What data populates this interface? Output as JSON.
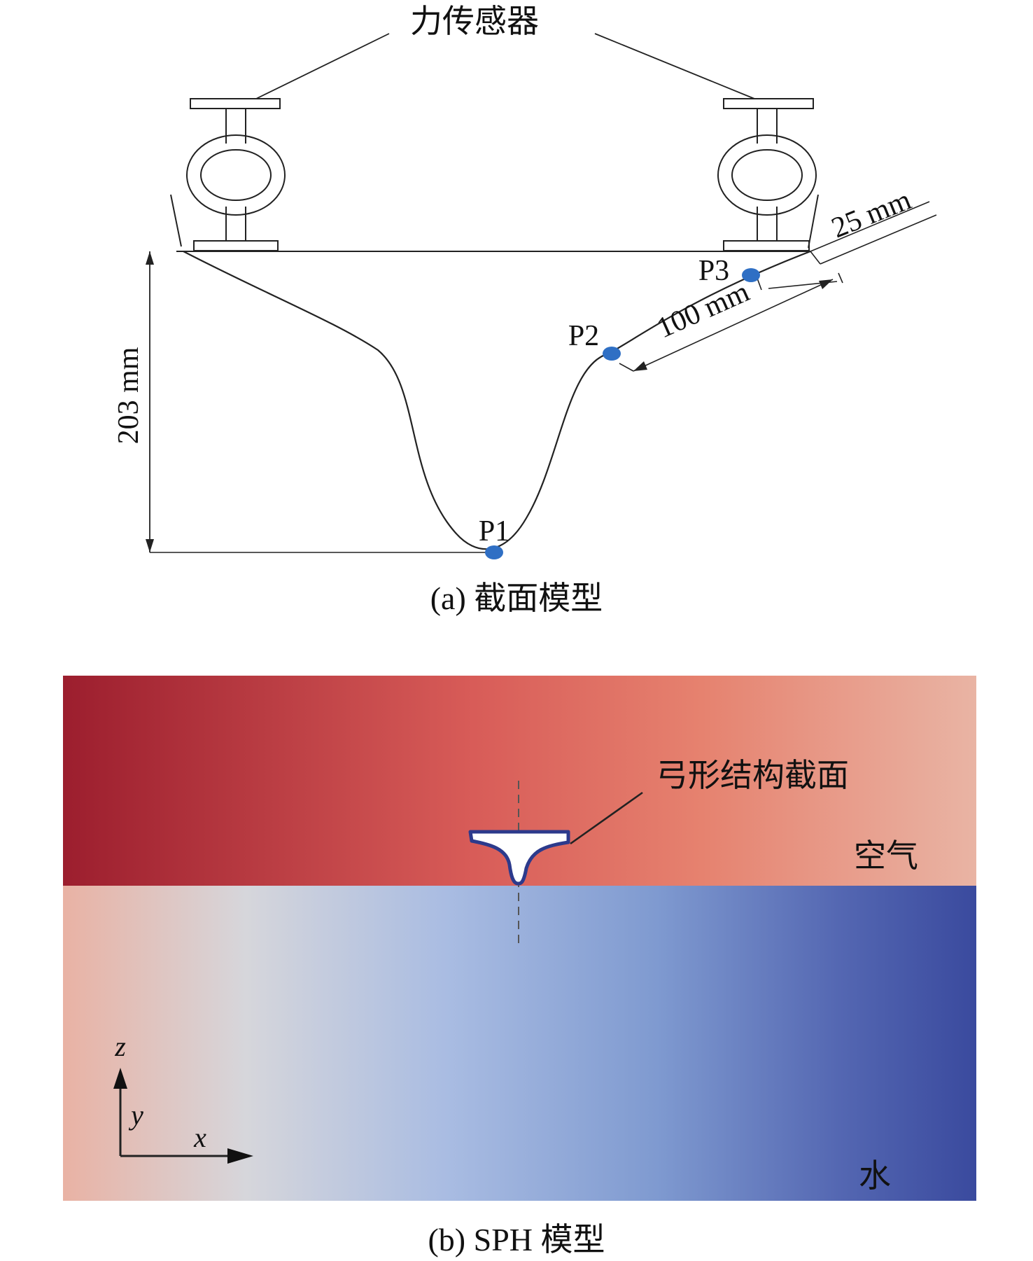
{
  "panel_a": {
    "sensor_label": "力传感器",
    "dim_height": "203 mm",
    "dim_thickness": "25 mm",
    "dim_length": "100 mm",
    "points": [
      "P1",
      "P2",
      "P3"
    ],
    "caption": "(a) 截面模型"
  },
  "panel_b": {
    "structure_label": "弓形结构截面",
    "air_label": "空气",
    "water_label": "水",
    "axes": {
      "x": "x",
      "y": "y",
      "z": "z"
    },
    "caption": "(b) SPH 模型"
  },
  "colors": {
    "probe": "#2f6fc4",
    "outline": "#222222",
    "air_left": "#9c1e2e",
    "air_mid": "#d85c58",
    "air_right": "#e9b4a4",
    "water_left": "#e9b2a4",
    "water_mid": "#a9bce2",
    "water_right": "#3a4a9e",
    "structure_edge": "#2c3a8c"
  }
}
